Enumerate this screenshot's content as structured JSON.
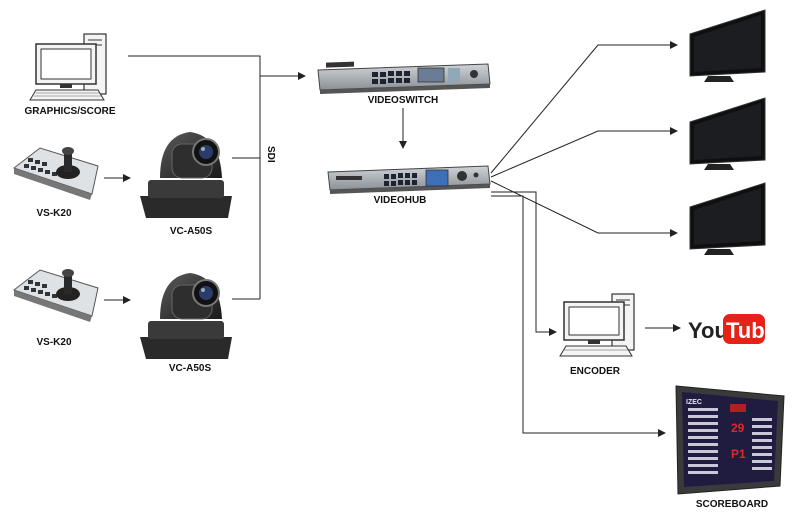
{
  "labels": {
    "graphics": "GRAPHICS/SCORE",
    "keyboard1": "VS-K20",
    "camera1": "VC-A50S",
    "keyboard2": "VS-K20",
    "camera2": "VC-A50S",
    "videoswitch": "VIDEOSWITCH",
    "videohub": "VIDEOHUB",
    "encoder": "ENCODER",
    "scoreboard": "SCOREBOARD",
    "sdi": "SDI"
  },
  "logo": {
    "you": "You",
    "tube": "Tube"
  },
  "scoreboard_display": {
    "header": "IZEC",
    "numbers": [
      "29",
      "P1"
    ]
  },
  "colors": {
    "line": "#222222",
    "youtube_red": "#e62117",
    "tv_bezel": "#111111",
    "scoreboard_bg": "#1f1c40",
    "scoreboard_frame": "#3a3a3a",
    "scoreboard_number": "#e02828"
  }
}
